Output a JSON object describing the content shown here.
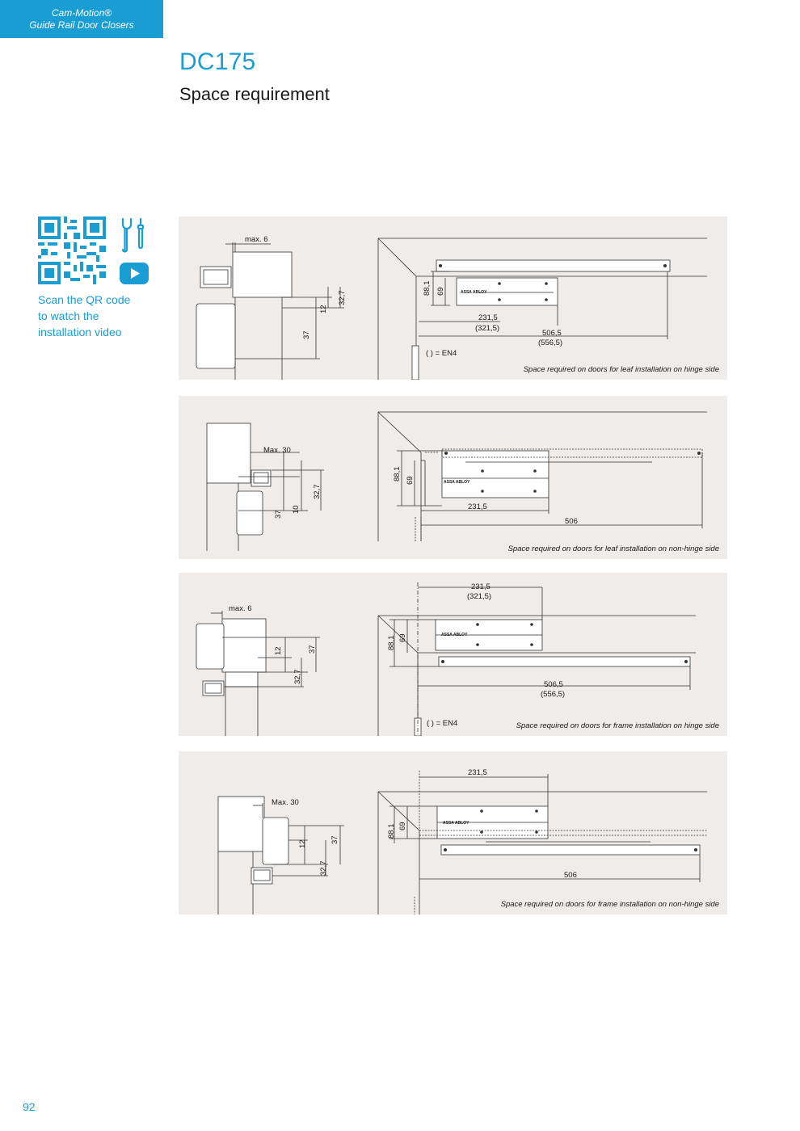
{
  "header": {
    "line1": "Cam-Motion®",
    "line2": "Guide Rail Door Closers"
  },
  "title": "DC175",
  "subtitle": "Space requirement",
  "qr_section": {
    "scan_text": [
      "Scan the QR code",
      "to watch the",
      "installation video"
    ]
  },
  "brand_label": "ASSA ABLOY",
  "diagrams": [
    {
      "caption": "Space required on doors for leaf installation on hinge side",
      "side_labels": [
        "max. 6",
        "32,7",
        "12",
        "37"
      ],
      "front_labels": [
        "88,1",
        "69",
        "231,5",
        "(321,5)",
        "506,5",
        "(556,5)",
        "( ) = EN4"
      ]
    },
    {
      "caption": "Space required on doors for leaf installation on non-hinge side",
      "side_labels": [
        "Max. 30",
        "32,7",
        "37",
        "10"
      ],
      "front_labels": [
        "88,1",
        "69",
        "231,5",
        "506"
      ]
    },
    {
      "caption": "Space required on doors for frame installation on hinge side",
      "side_labels": [
        "max. 6",
        "12",
        "37",
        "32,7"
      ],
      "front_labels": [
        "231,5",
        "(321,5)",
        "88,1",
        "69",
        "506,5",
        "(556,5)",
        "( ) = EN4"
      ]
    },
    {
      "caption": "Space required on doors for frame installation on non-hinge side",
      "side_labels": [
        "Max. 30",
        "12",
        "37",
        "32,7"
      ],
      "front_labels": [
        "231,5",
        "88,1",
        "69",
        "506"
      ]
    }
  ],
  "page_number": "92"
}
